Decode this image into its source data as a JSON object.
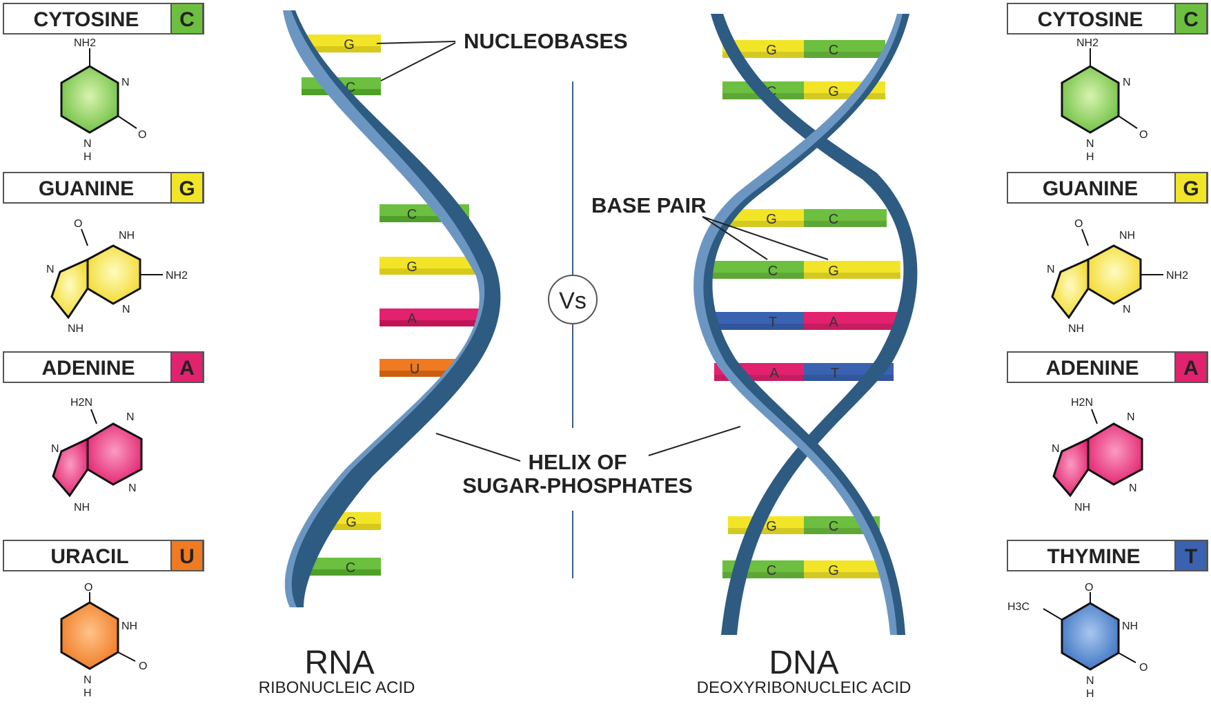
{
  "colors": {
    "cytosine": "#6cbf3f",
    "guanine": "#f2e528",
    "adenine": "#e2216f",
    "uracil": "#ef7a21",
    "thymine": "#3a62b1",
    "backbone": "#2e5b82",
    "backbone_light": "#6c96c2"
  },
  "left_bases": [
    {
      "name": "CYTOSINE",
      "letter": "C"
    },
    {
      "name": "GUANINE",
      "letter": "G"
    },
    {
      "name": "ADENINE",
      "letter": "A"
    },
    {
      "name": "URACIL",
      "letter": "U"
    }
  ],
  "right_bases": [
    {
      "name": "CYTOSINE",
      "letter": "C"
    },
    {
      "name": "GUANINE",
      "letter": "G"
    },
    {
      "name": "ADENINE",
      "letter": "A"
    },
    {
      "name": "THYMINE",
      "letter": "T"
    }
  ],
  "atoms": {
    "nh2": "NH2",
    "h2n": "H2N",
    "n": "N",
    "o": "O",
    "nh": "NH",
    "h": "H",
    "h3c": "H3C"
  },
  "rna_rungs": [
    "G",
    "C",
    "C",
    "G",
    "A",
    "U",
    "G",
    "C"
  ],
  "dna_rungs": [
    [
      "G",
      "C"
    ],
    [
      "C",
      "G"
    ],
    [
      "G",
      "C"
    ],
    [
      "C",
      "G"
    ],
    [
      "T",
      "A"
    ],
    [
      "A",
      "T"
    ],
    [
      "G",
      "C"
    ],
    [
      "C",
      "G"
    ]
  ],
  "callouts": {
    "nucleobases": "NUCLEOBASES",
    "base_pair": "BASE PAIR",
    "helix_line1": "HELIX OF",
    "helix_line2": "SUGAR-PHOSPHATES",
    "vs": "Vs"
  },
  "rna": {
    "title": "RNA",
    "subtitle": "RIBONUCLEIC ACID"
  },
  "dna": {
    "title": "DNA",
    "subtitle": "DEOXYRIBONUCLEIC ACID"
  }
}
